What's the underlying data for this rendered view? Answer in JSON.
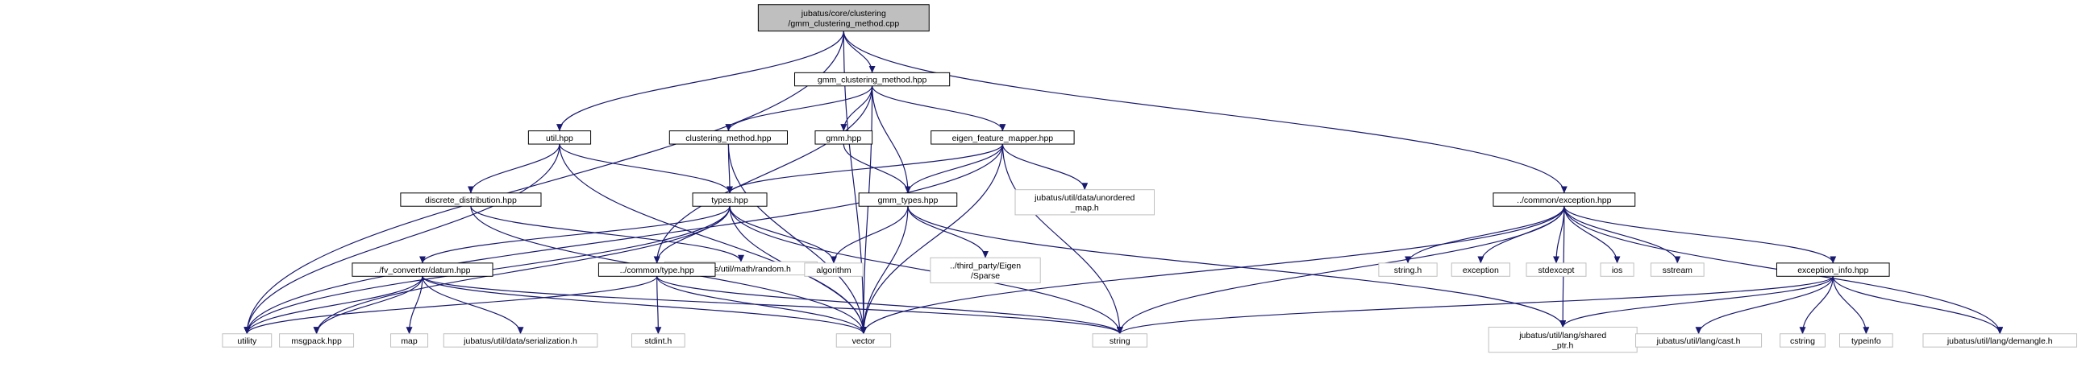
{
  "colors": {
    "edge": "#191970",
    "root_fill": "#bfbfbf",
    "local_border": "#000000",
    "external_border": "#bfbfbf",
    "node_fill": "#ffffff",
    "text": "#000000"
  },
  "nodes": [
    {
      "id": "root",
      "lines": [
        "jubatus/core/clustering",
        "/gmm_clustering_method.cpp"
      ],
      "kind": "root",
      "interactable": false
    },
    {
      "id": "gmm_clustering_method_hpp",
      "lines": [
        "gmm_clustering_method.hpp"
      ],
      "kind": "local",
      "interactable": true
    },
    {
      "id": "util_hpp",
      "lines": [
        "util.hpp"
      ],
      "kind": "local",
      "interactable": true
    },
    {
      "id": "clustering_method_hpp",
      "lines": [
        "clustering_method.hpp"
      ],
      "kind": "local",
      "interactable": true
    },
    {
      "id": "gmm_hpp",
      "lines": [
        "gmm.hpp"
      ],
      "kind": "local",
      "interactable": true
    },
    {
      "id": "eigen_feature_mapper_hpp",
      "lines": [
        "eigen_feature_mapper.hpp"
      ],
      "kind": "local",
      "interactable": true
    },
    {
      "id": "discrete_distribution_hpp",
      "lines": [
        "discrete_distribution.hpp"
      ],
      "kind": "local",
      "interactable": true
    },
    {
      "id": "types_hpp",
      "lines": [
        "types.hpp"
      ],
      "kind": "local",
      "interactable": true
    },
    {
      "id": "gmm_types_hpp",
      "lines": [
        "gmm_types.hpp"
      ],
      "kind": "local",
      "interactable": true
    },
    {
      "id": "unordered_map_h",
      "lines": [
        "jubatus/util/data/unordered",
        "_map.h"
      ],
      "kind": "external",
      "interactable": false
    },
    {
      "id": "common_exception_hpp",
      "lines": [
        "../common/exception.hpp"
      ],
      "kind": "local",
      "interactable": true
    },
    {
      "id": "random_h",
      "lines": [
        "jubatus/util/math/random.h"
      ],
      "kind": "external",
      "interactable": false
    },
    {
      "id": "datum_hpp",
      "lines": [
        "../fv_converter/datum.hpp"
      ],
      "kind": "local",
      "interactable": true
    },
    {
      "id": "common_type_hpp",
      "lines": [
        "../common/type.hpp"
      ],
      "kind": "local",
      "interactable": true
    },
    {
      "id": "algorithm",
      "lines": [
        "algorithm"
      ],
      "kind": "external",
      "interactable": false
    },
    {
      "id": "eigen_sparse",
      "lines": [
        "../third_party/Eigen",
        "/Sparse"
      ],
      "kind": "external",
      "interactable": false
    },
    {
      "id": "string_h",
      "lines": [
        "string.h"
      ],
      "kind": "external",
      "interactable": false
    },
    {
      "id": "exception",
      "lines": [
        "exception"
      ],
      "kind": "external",
      "interactable": false
    },
    {
      "id": "stdexcept",
      "lines": [
        "stdexcept"
      ],
      "kind": "external",
      "interactable": false
    },
    {
      "id": "ios",
      "lines": [
        "ios"
      ],
      "kind": "external",
      "interactable": false
    },
    {
      "id": "sstream",
      "lines": [
        "sstream"
      ],
      "kind": "external",
      "interactable": false
    },
    {
      "id": "exception_info_hpp",
      "lines": [
        "exception_info.hpp"
      ],
      "kind": "local",
      "interactable": true
    },
    {
      "id": "utility",
      "lines": [
        "utility"
      ],
      "kind": "external",
      "interactable": false
    },
    {
      "id": "msgpack_hpp",
      "lines": [
        "msgpack.hpp"
      ],
      "kind": "external",
      "interactable": false
    },
    {
      "id": "map",
      "lines": [
        "map"
      ],
      "kind": "external",
      "interactable": false
    },
    {
      "id": "serialization_h",
      "lines": [
        "jubatus/util/data/serialization.h"
      ],
      "kind": "external",
      "interactable": false
    },
    {
      "id": "stdint_h",
      "lines": [
        "stdint.h"
      ],
      "kind": "external",
      "interactable": false
    },
    {
      "id": "vector",
      "lines": [
        "vector"
      ],
      "kind": "external",
      "interactable": false
    },
    {
      "id": "string",
      "lines": [
        "string"
      ],
      "kind": "external",
      "interactable": false
    },
    {
      "id": "shared_ptr_h",
      "lines": [
        "jubatus/util/lang/shared",
        "_ptr.h"
      ],
      "kind": "external",
      "interactable": false
    },
    {
      "id": "cast_h",
      "lines": [
        "jubatus/util/lang/cast.h"
      ],
      "kind": "external",
      "interactable": false
    },
    {
      "id": "cstring",
      "lines": [
        "cstring"
      ],
      "kind": "external",
      "interactable": false
    },
    {
      "id": "typeinfo",
      "lines": [
        "typeinfo"
      ],
      "kind": "external",
      "interactable": false
    },
    {
      "id": "demangle_h",
      "lines": [
        "jubatus/util/lang/demangle.h"
      ],
      "kind": "external",
      "interactable": false
    }
  ],
  "edges": [
    [
      "root",
      "gmm_clustering_method_hpp"
    ],
    [
      "root",
      "util_hpp"
    ],
    [
      "root",
      "vector"
    ],
    [
      "root",
      "utility"
    ],
    [
      "root",
      "common_exception_hpp"
    ],
    [
      "gmm_clustering_method_hpp",
      "clustering_method_hpp"
    ],
    [
      "gmm_clustering_method_hpp",
      "gmm_hpp"
    ],
    [
      "gmm_clustering_method_hpp",
      "eigen_feature_mapper_hpp"
    ],
    [
      "gmm_clustering_method_hpp",
      "gmm_types_hpp"
    ],
    [
      "gmm_clustering_method_hpp",
      "common_type_hpp"
    ],
    [
      "gmm_clustering_method_hpp",
      "vector"
    ],
    [
      "util_hpp",
      "discrete_distribution_hpp"
    ],
    [
      "util_hpp",
      "types_hpp"
    ],
    [
      "util_hpp",
      "utility"
    ],
    [
      "util_hpp",
      "vector"
    ],
    [
      "clustering_method_hpp",
      "types_hpp"
    ],
    [
      "clustering_method_hpp",
      "vector"
    ],
    [
      "gmm_hpp",
      "gmm_types_hpp"
    ],
    [
      "eigen_feature_mapper_hpp",
      "types_hpp"
    ],
    [
      "eigen_feature_mapper_hpp",
      "gmm_types_hpp"
    ],
    [
      "eigen_feature_mapper_hpp",
      "unordered_map_h"
    ],
    [
      "eigen_feature_mapper_hpp",
      "utility"
    ],
    [
      "eigen_feature_mapper_hpp",
      "string"
    ],
    [
      "eigen_feature_mapper_hpp",
      "vector"
    ],
    [
      "discrete_distribution_hpp",
      "random_h"
    ],
    [
      "discrete_distribution_hpp",
      "vector"
    ],
    [
      "types_hpp",
      "datum_hpp"
    ],
    [
      "types_hpp",
      "common_type_hpp"
    ],
    [
      "types_hpp",
      "algorithm"
    ],
    [
      "types_hpp",
      "utility"
    ],
    [
      "types_hpp",
      "msgpack_hpp"
    ],
    [
      "types_hpp",
      "vector"
    ],
    [
      "types_hpp",
      "string"
    ],
    [
      "gmm_types_hpp",
      "algorithm"
    ],
    [
      "gmm_types_hpp",
      "eigen_sparse"
    ],
    [
      "gmm_types_hpp",
      "vector"
    ],
    [
      "gmm_types_hpp",
      "shared_ptr_h"
    ],
    [
      "datum_hpp",
      "utility"
    ],
    [
      "datum_hpp",
      "msgpack_hpp"
    ],
    [
      "datum_hpp",
      "map"
    ],
    [
      "datum_hpp",
      "serialization_h"
    ],
    [
      "datum_hpp",
      "vector"
    ],
    [
      "datum_hpp",
      "string"
    ],
    [
      "common_type_hpp",
      "utility"
    ],
    [
      "common_type_hpp",
      "stdint_h"
    ],
    [
      "common_type_hpp",
      "vector"
    ],
    [
      "common_type_hpp",
      "string"
    ],
    [
      "common_exception_hpp",
      "string_h"
    ],
    [
      "common_exception_hpp",
      "exception"
    ],
    [
      "common_exception_hpp",
      "stdexcept"
    ],
    [
      "common_exception_hpp",
      "ios"
    ],
    [
      "common_exception_hpp",
      "sstream"
    ],
    [
      "common_exception_hpp",
      "exception_info_hpp"
    ],
    [
      "common_exception_hpp",
      "vector"
    ],
    [
      "common_exception_hpp",
      "string"
    ],
    [
      "common_exception_hpp",
      "shared_ptr_h"
    ],
    [
      "common_exception_hpp",
      "demangle_h"
    ],
    [
      "exception_info_hpp",
      "string"
    ],
    [
      "exception_info_hpp",
      "shared_ptr_h"
    ],
    [
      "exception_info_hpp",
      "cast_h"
    ],
    [
      "exception_info_hpp",
      "cstring"
    ],
    [
      "exception_info_hpp",
      "typeinfo"
    ],
    [
      "exception_info_hpp",
      "demangle_h"
    ]
  ]
}
